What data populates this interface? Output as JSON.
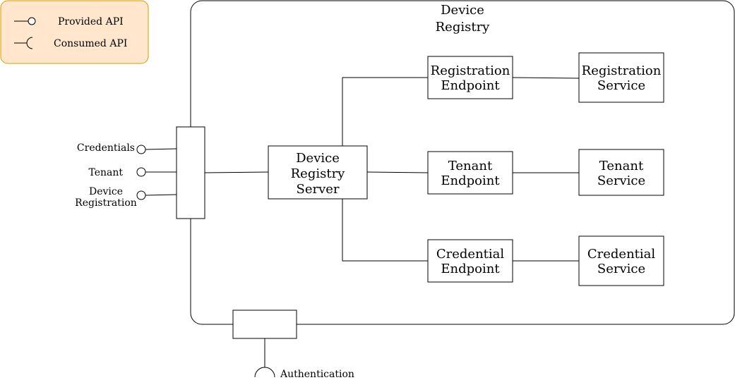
{
  "legend": {
    "provided_label": "Provided API",
    "consumed_label": "Consumed API",
    "fill_color": "#ffe6cc",
    "stroke_color": "#d79b00"
  },
  "container": {
    "title_line1": "Device",
    "title_line2": "Registry"
  },
  "server": {
    "line1": "Device",
    "line2": "Registry",
    "line3": "Server"
  },
  "endpoints": {
    "registration": {
      "line1": "Registration",
      "line2": "Endpoint"
    },
    "tenant": {
      "line1": "Tenant",
      "line2": "Endpoint"
    },
    "credential": {
      "line1": "Credential",
      "line2": "Endpoint"
    }
  },
  "services": {
    "registration": {
      "line1": "Registration",
      "line2": "Service"
    },
    "tenant": {
      "line1": "Tenant",
      "line2": "Service"
    },
    "credential": {
      "line1": "Credential",
      "line2": "Service"
    }
  },
  "provided_apis": {
    "credentials": "Credentials",
    "tenant": "Tenant",
    "device_registration_line1": "Device",
    "device_registration_line2": "Registration"
  },
  "consumed_apis": {
    "authentication": "Authentication"
  }
}
